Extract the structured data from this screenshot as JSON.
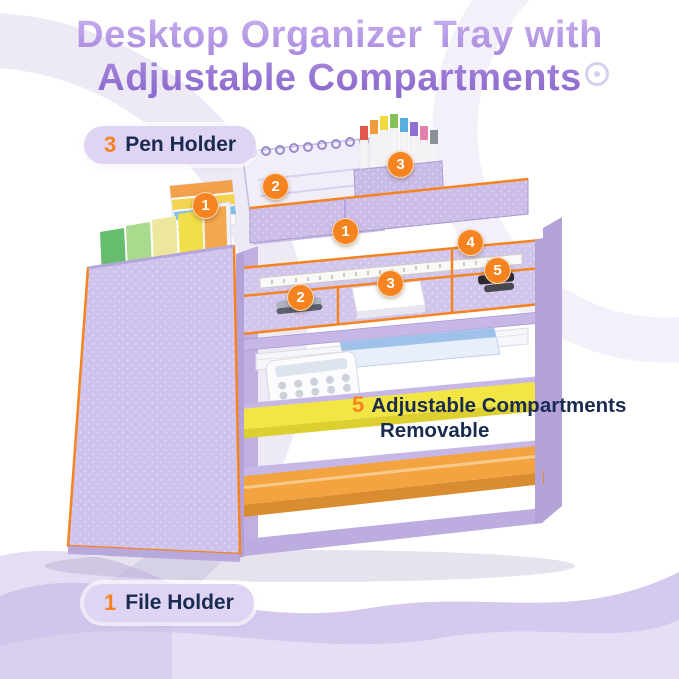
{
  "title": {
    "line1": "Desktop Organizer Tray with",
    "line2": "Adjustable Compartments"
  },
  "badges": {
    "pen_holder": {
      "number": "3",
      "label": "Pen Holder"
    },
    "file_holder": {
      "number": "1",
      "label": "File Holder"
    }
  },
  "annotation": {
    "number": "5",
    "line1": "Adjustable Compartments",
    "line2": "Removable"
  },
  "callouts": [
    {
      "id": "pen-holder-1",
      "n": "1"
    },
    {
      "id": "pen-holder-2",
      "n": "2"
    },
    {
      "id": "pen-holder-3",
      "n": "3"
    },
    {
      "id": "compartment-1",
      "n": "1"
    },
    {
      "id": "compartment-2",
      "n": "2"
    },
    {
      "id": "compartment-3",
      "n": "3"
    },
    {
      "id": "compartment-4",
      "n": "4"
    },
    {
      "id": "compartment-5",
      "n": "5"
    }
  ],
  "colors": {
    "accent_orange": "#F5831F",
    "badge_bg": "#DFD4F3",
    "text_dark": "#1A2B50",
    "title_purple_light": "#C3A8EC",
    "title_purple_dark": "#8E6BCE",
    "organizer_purple": "#CDC0EA",
    "wave_lavender": "#D5C9EE"
  }
}
